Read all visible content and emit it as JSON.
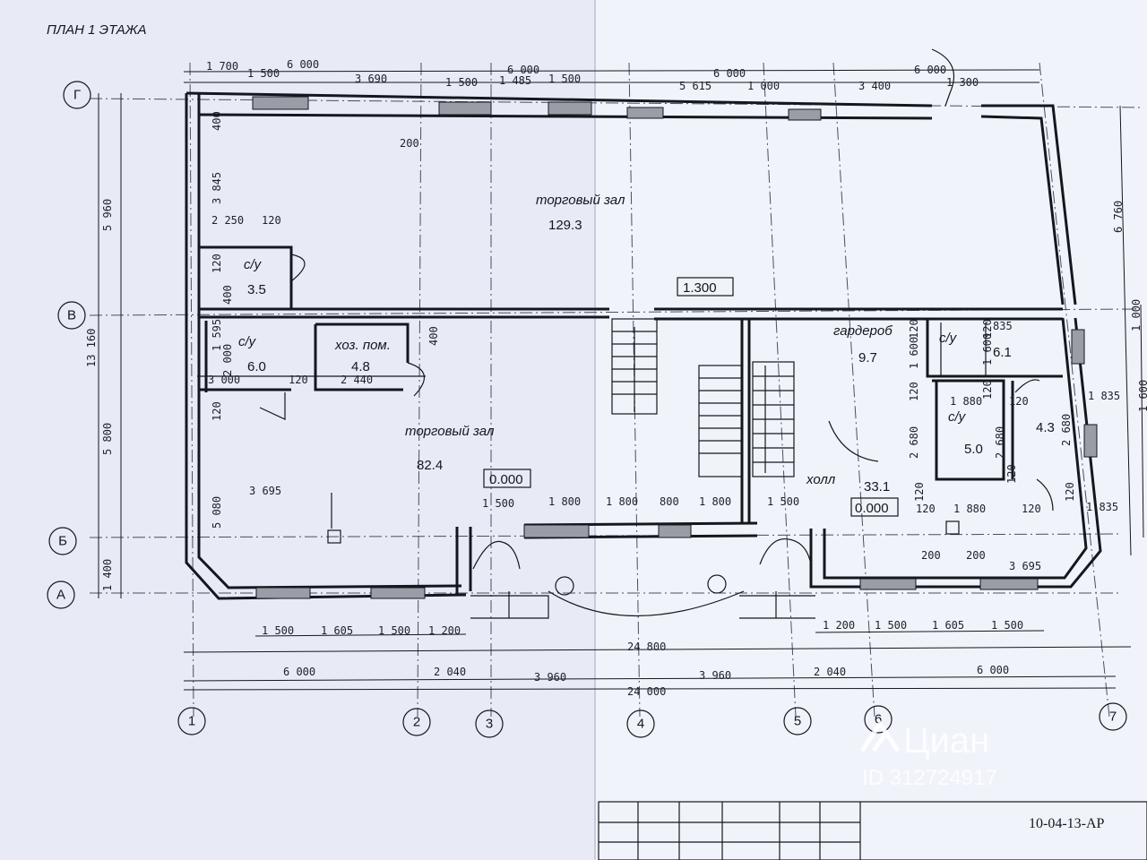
{
  "title": "ПЛАН 1 ЭТАЖА",
  "sheet_code": "10-04-13-АР",
  "watermark": {
    "brand": "Циан",
    "id": "ID 312724917"
  },
  "axes_vertical": [
    "1",
    "2",
    "3",
    "4",
    "5",
    "6",
    "7"
  ],
  "axes_horizontal": [
    "Г",
    "В",
    "Б",
    "А"
  ],
  "rooms": {
    "trade_hall_top": {
      "name": "торговый зал",
      "area": "129.3"
    },
    "trade_hall_bottom": {
      "name": "торговый зал",
      "area": "82.4"
    },
    "wc_1": {
      "name": "с/у",
      "area": "3.5"
    },
    "wc_2": {
      "name": "с/у",
      "area": "6.0"
    },
    "utility": {
      "name": "хоз. пом.",
      "area": "4.8"
    },
    "wardrobe": {
      "name": "гардероб",
      "area": "9.7"
    },
    "wc_3": {
      "name": "с/у",
      "area": "6.1"
    },
    "wc_4": {
      "name": "с/у",
      "area": "5.0"
    },
    "room_small": {
      "area": "4.3"
    },
    "hall": {
      "name": "холл",
      "area": "33.1"
    }
  },
  "levels": {
    "upper": "1.300",
    "main": "0.000",
    "hall": "0.000"
  },
  "dims": {
    "top_axis": [
      "6 000",
      "6 000",
      "6 000",
      "6 000"
    ],
    "top_detail": [
      "1 700",
      "1 500",
      "3 690",
      "1 500",
      "1 485",
      "1 500",
      "5 615",
      "1 000",
      "3 400",
      "1 300"
    ],
    "bottom_windows_left": [
      "1 500",
      "1 605",
      "1 500",
      "1 200"
    ],
    "bottom_windows_right": [
      "1 200",
      "1 500",
      "1 605",
      "1 500"
    ],
    "overall_inner": "24 800",
    "bottom_axis": [
      "6 000",
      "2 040",
      "3 960",
      "3 960",
      "2 040",
      "6 000"
    ],
    "overall_axis": "24 000",
    "left_segments": [
      "5 960",
      "13 160",
      "5 800",
      "1 400"
    ],
    "left_inner": [
      "400",
      "3 845",
      "120",
      "400",
      "1 595",
      "2 000",
      "120",
      "5 080"
    ],
    "right_segments": [
      "6 760",
      "1 000",
      "1 600"
    ],
    "interior": [
      "200",
      "2 250",
      "120",
      "3 000",
      "120",
      "2 440",
      "400",
      "3 695",
      "1 500",
      "1 800",
      "1 800",
      "800",
      "1 800",
      "1 500",
      "120",
      "1 600",
      "120",
      "1 600",
      "835",
      "120",
      "1 880",
      "120",
      "1 835",
      "2 680",
      "2 680",
      "2 680",
      "120",
      "120",
      "1 880",
      "120",
      "1 835",
      "200",
      "200",
      "3 695",
      "120",
      "120",
      "120"
    ]
  }
}
